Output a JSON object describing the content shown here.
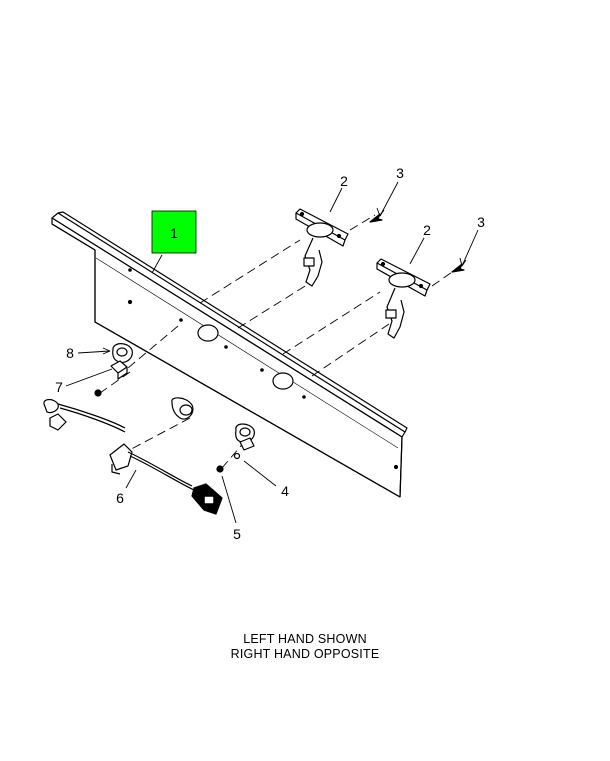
{
  "callouts": {
    "c1": "1",
    "c2a": "2",
    "c3a": "3",
    "c2b": "2",
    "c3b": "3",
    "c8": "8",
    "c7": "7",
    "c6": "6",
    "c4": "4",
    "c5": "5"
  },
  "highlight_color": "#00ff00",
  "caption": {
    "line1": "LEFT HAND SHOWN",
    "line2": "RIGHT HAND OPPOSITE"
  }
}
